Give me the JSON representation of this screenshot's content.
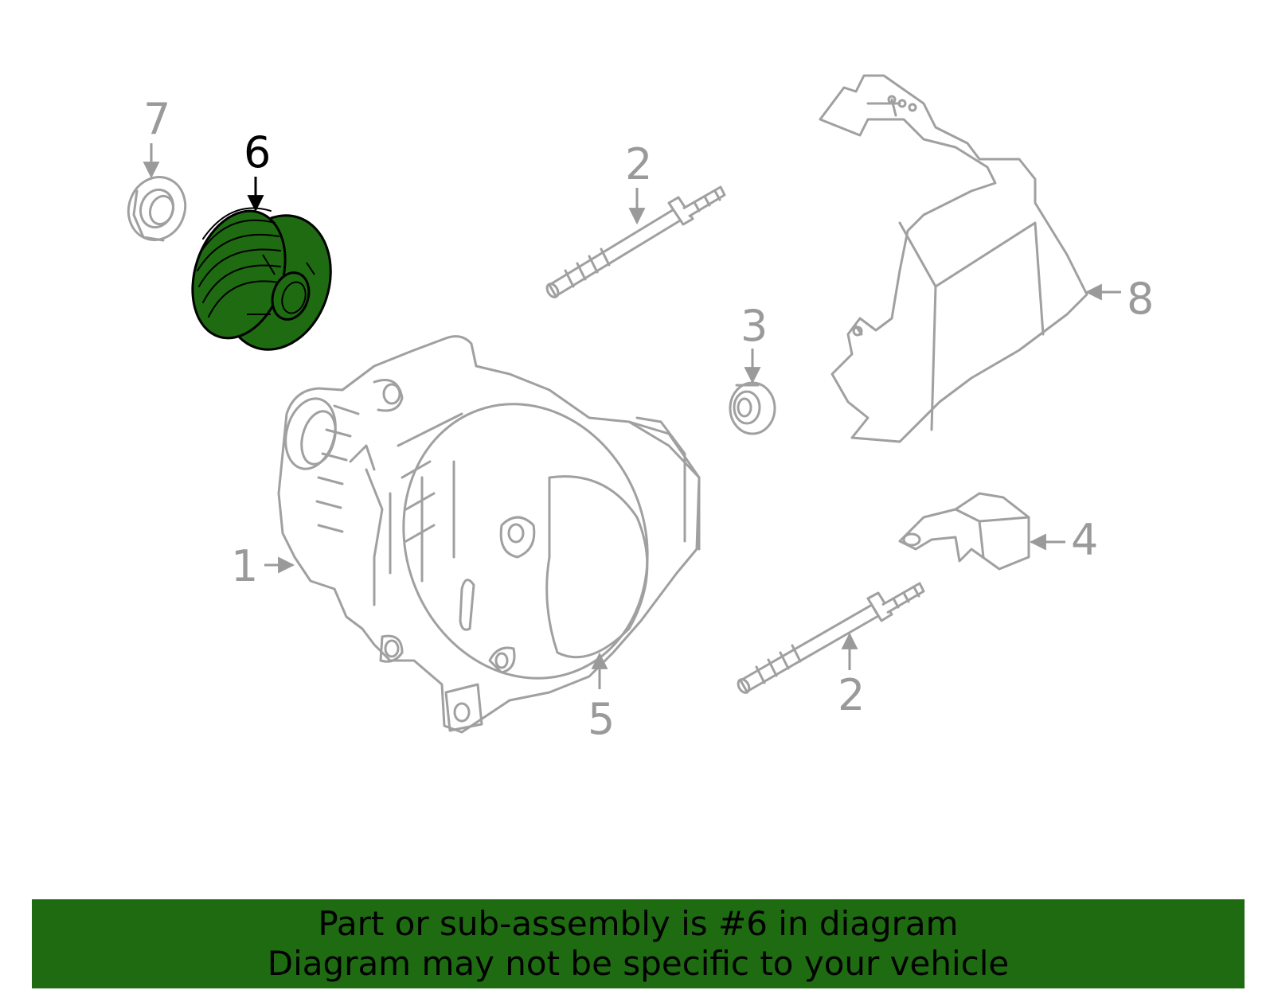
{
  "diagram": {
    "selected_part": "6",
    "highlight_color": "#1e6b12",
    "line_color": "#a0a0a0",
    "callouts": [
      {
        "id": "c1",
        "label": "1"
      },
      {
        "id": "c2a",
        "label": "2"
      },
      {
        "id": "c2b",
        "label": "2"
      },
      {
        "id": "c3",
        "label": "3"
      },
      {
        "id": "c4",
        "label": "4"
      },
      {
        "id": "c5",
        "label": "5"
      },
      {
        "id": "c6",
        "label": "6"
      },
      {
        "id": "c7",
        "label": "7"
      },
      {
        "id": "c8",
        "label": "8"
      }
    ]
  },
  "banner": {
    "line1": "Part or sub-assembly is #6 in diagram",
    "line2": "Diagram may not be specific to your vehicle",
    "background": "#1e6b12"
  }
}
